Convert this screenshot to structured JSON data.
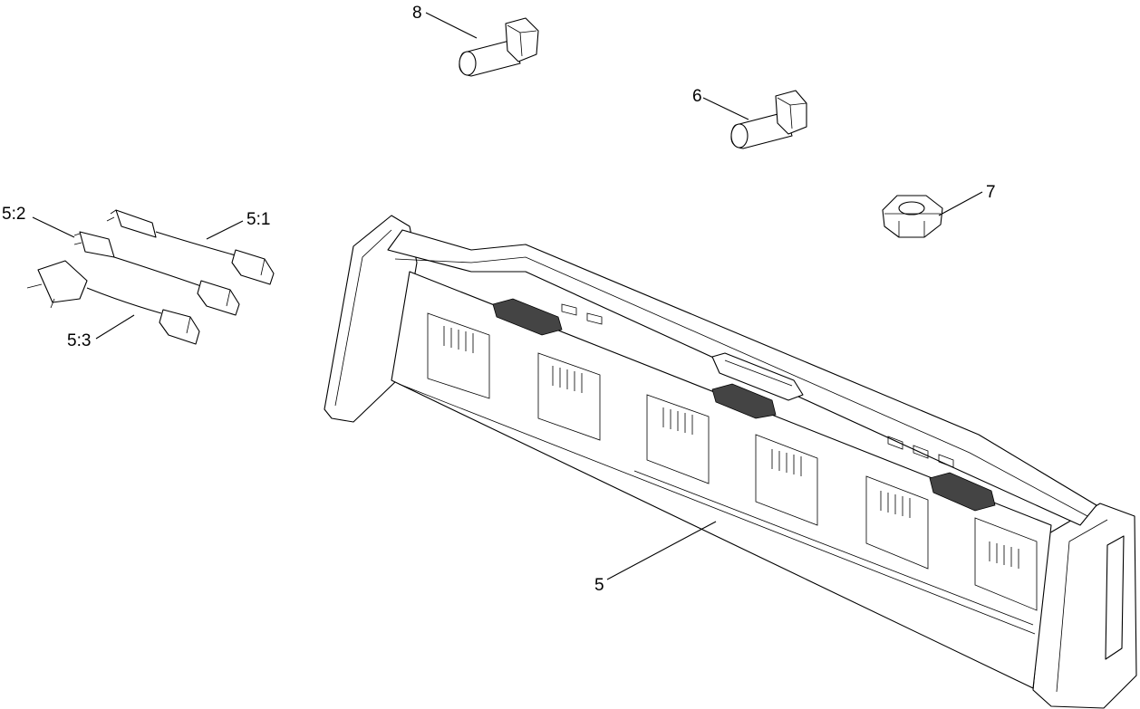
{
  "labels": {
    "l8": "8",
    "l6": "6",
    "l7": "7",
    "l5": "5",
    "l51": "5:1",
    "l52": "5:2",
    "l53": "5:3"
  },
  "colors": {
    "ink": "#000000",
    "paper": "#ffffff",
    "mesh": "#444444"
  }
}
